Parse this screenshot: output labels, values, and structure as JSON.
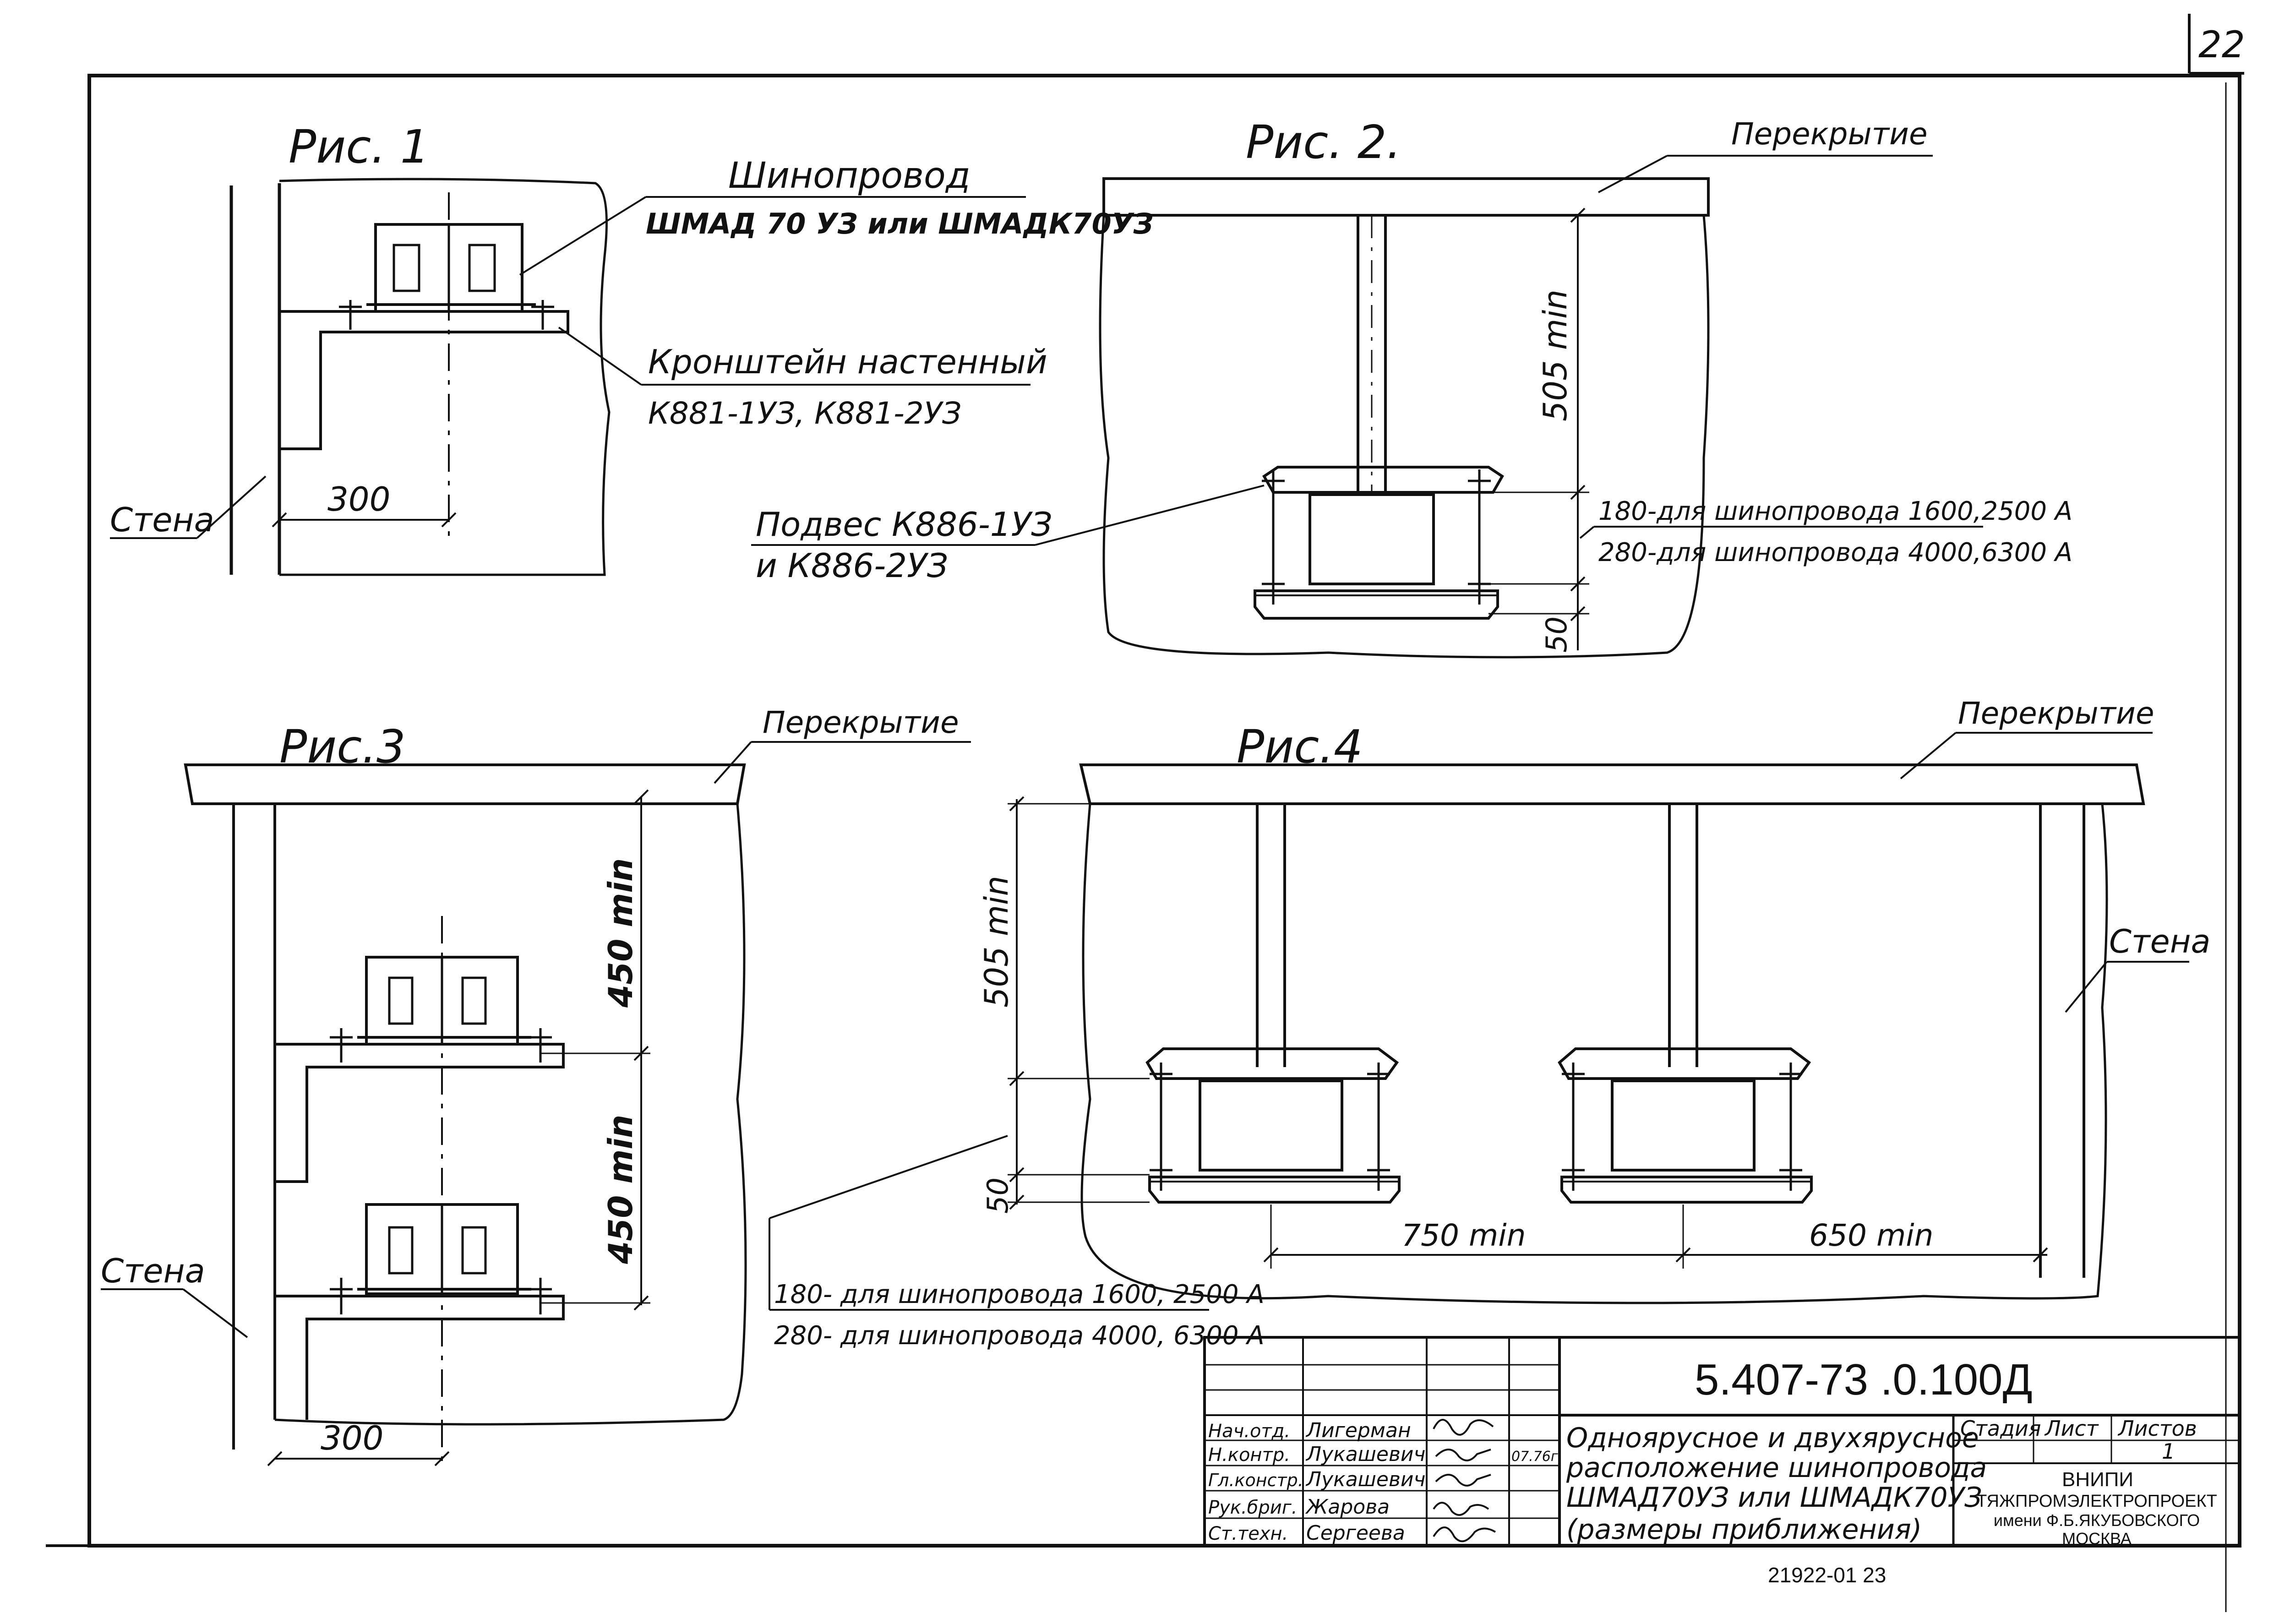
{
  "page_number": "22",
  "fig1": {
    "title": "Рис. 1",
    "busway_label": "Шинопровод",
    "busway_types": "ШМАД 70 УЗ или ШМАДК70УЗ",
    "bracket_label": "Кронштейн настенный",
    "bracket_types": "К881-1УЗ, К881-2УЗ",
    "wall_label": "Стена",
    "dim_300": "300"
  },
  "fig2": {
    "title": "Рис. 2.",
    "ceiling_label": "Перекрытие",
    "dim_505": "505 min",
    "hanger_label": "Подвес К886-1УЗ",
    "hanger_types": "и К886-2УЗ",
    "note_180": "180-для шинопровода 1600,2500 А",
    "note_280": "280-для шинопровода 4000,6300 А",
    "dim_50": "50"
  },
  "fig3": {
    "title": "Рис.3",
    "ceiling_label": "Перекрытие",
    "dim_450_top": "450 min",
    "dim_450_bottom": "450 min",
    "wall_label": "Стена",
    "dim_300": "300"
  },
  "fig4": {
    "title": "Рис.4",
    "ceiling_label": "Перекрытие",
    "wall_label": "Стена",
    "dim_505": "505 min",
    "dim_50": "50",
    "dim_750": "750 min",
    "dim_650": "650 min",
    "note_180": "180- для шинопровода 1600, 2500 А",
    "note_280": "280- для шинопровода 4000, 6300 А"
  },
  "title_block": {
    "doc_code": "5.407-73 .0.100Д",
    "title_lines": [
      "Одноярусное и двухярусное",
      "расположение шинопровода",
      "ШМАД70УЗ или ШМАДК70УЗ",
      "(размеры приближения)"
    ],
    "stage_label": "Стадия",
    "sheet_label": "Лист",
    "sheets_label": "Листов",
    "sheets_value": "1",
    "org_lines": [
      "ВНИПИ",
      "ТЯЖПРОМЭЛЕКТРОПРОЕКТ",
      "имени Ф.Б.ЯКУБОВСКОГО",
      "МОСКВА"
    ],
    "date": "07.76г",
    "staff": [
      {
        "role": "Нач.отд.",
        "name": "Лигерман"
      },
      {
        "role": "Н.контр.",
        "name": "Лукашевич"
      },
      {
        "role": "Гл.констр.",
        "name": "Лукашевич"
      },
      {
        "role": "",
        "name": ""
      },
      {
        "role": "Рук.бриг.",
        "name": "Жарова"
      },
      {
        "role": "Ст.техн.",
        "name": "Сергеева"
      }
    ]
  },
  "footer_code": "21922-01   23"
}
